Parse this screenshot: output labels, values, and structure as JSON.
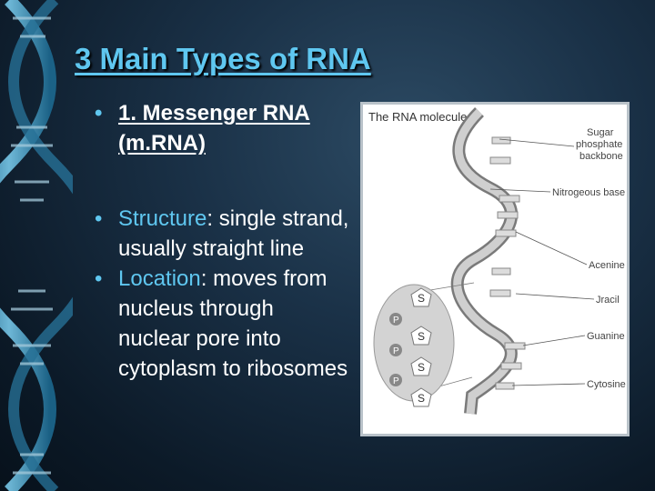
{
  "slide": {
    "title": "3 Main Types of RNA",
    "bullets": [
      {
        "text": "1.  Messenger RNA (m.RNA)"
      },
      {
        "label": "Structure",
        "text": ": single strand, usually straight line"
      },
      {
        "label": "Location",
        "text": ": moves from nucleus through nuclear pore into cytoplasm to ribosomes"
      }
    ]
  },
  "figure": {
    "title": "The RNA molecule",
    "labels": {
      "backbone_1": "Sugar",
      "backbone_2": "phosphate",
      "backbone_3": "backbone",
      "base": "Nitrogeous base",
      "adenine": "Acenine",
      "uracil": "Jracil",
      "guanine": "Guanine",
      "cytosine": "Cytosine"
    },
    "inset": {
      "phosphate": "P",
      "sugar": "S"
    }
  },
  "colors": {
    "accent": "#5fc7f0",
    "text": "#ffffff",
    "background": "#0c1a28"
  }
}
